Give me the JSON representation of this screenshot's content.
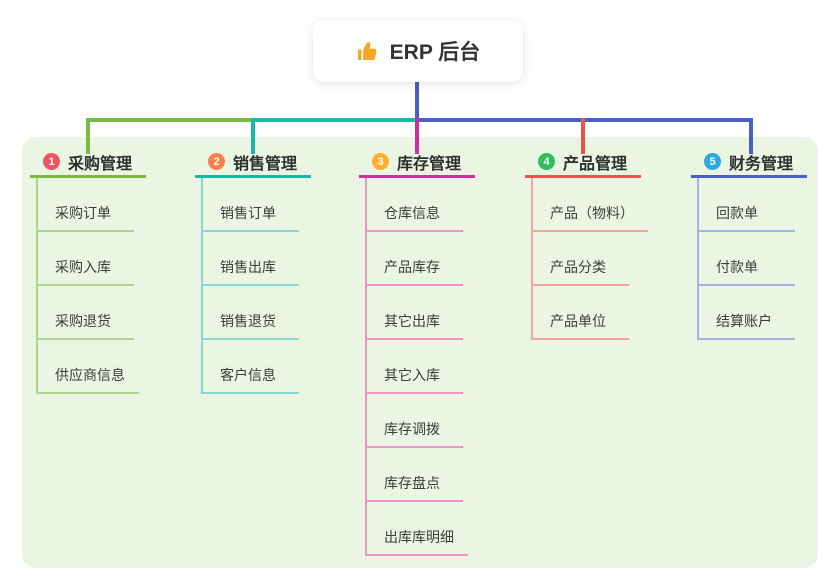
{
  "root": {
    "label": "ERP 后台",
    "icon": "thumbs-up-icon",
    "icon_color": "#f5a623"
  },
  "panel_color": "#eaf6e3",
  "branches": [
    {
      "number": "1",
      "title": "采购管理",
      "colors": {
        "badge": "#f25163",
        "line": "#79bc41",
        "child_line": "#aed58c"
      },
      "children": [
        "采购订单",
        "采购入库",
        "采购退货",
        "供应商信息"
      ]
    },
    {
      "number": "2",
      "title": "销售管理",
      "colors": {
        "badge": "#f8804e",
        "line": "#17b7ab",
        "child_line": "#85d8d0"
      },
      "children": [
        "销售订单",
        "销售出库",
        "销售退货",
        "客户信息"
      ]
    },
    {
      "number": "3",
      "title": "库存管理",
      "colors": {
        "badge": "#ffaf2e",
        "line": "#ca30a0",
        "child_line": "#f192c5"
      },
      "children": [
        "仓库信息",
        "产品库存",
        "其它出库",
        "其它入库",
        "库存调拨",
        "库存盘点",
        "出库库明细"
      ]
    },
    {
      "number": "4",
      "title": "产品管理",
      "colors": {
        "badge": "#2ebd5b",
        "line": "#e9544b",
        "child_line": "#f4a59e"
      },
      "children": [
        "产品（物料）",
        "产品分类",
        "产品单位"
      ]
    },
    {
      "number": "5",
      "title": "财务管理",
      "colors": {
        "badge": "#2ba9e2",
        "line": "#4a5ec8",
        "child_line": "#a2b2e2"
      },
      "children": [
        "回款单",
        "付款单",
        "结算账户"
      ]
    }
  ]
}
